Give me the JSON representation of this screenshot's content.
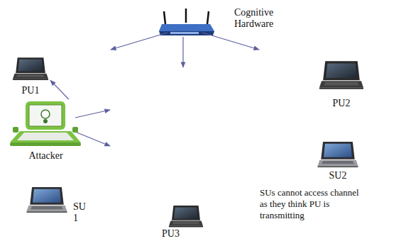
{
  "diagram": {
    "nodes": [
      {
        "text": [
          "Cognitive Hardware"
        ]
      },
      {
        "text": [
          "PU1"
        ]
      },
      {
        "text": [
          "PU2"
        ]
      },
      {
        "text": [
          "Attacker"
        ]
      },
      {
        "text": [
          "SU2"
        ]
      },
      {
        "text": [
          "SU 1"
        ]
      },
      {
        "text": [
          "PU3"
        ]
      }
    ],
    "edges": [
      {
        "from": 3,
        "to": 1,
        "arrow": "to"
      }
    ],
    "labels": [
      "SUs cannot access channel as they think PU is transmitting"
    ]
  }
}
